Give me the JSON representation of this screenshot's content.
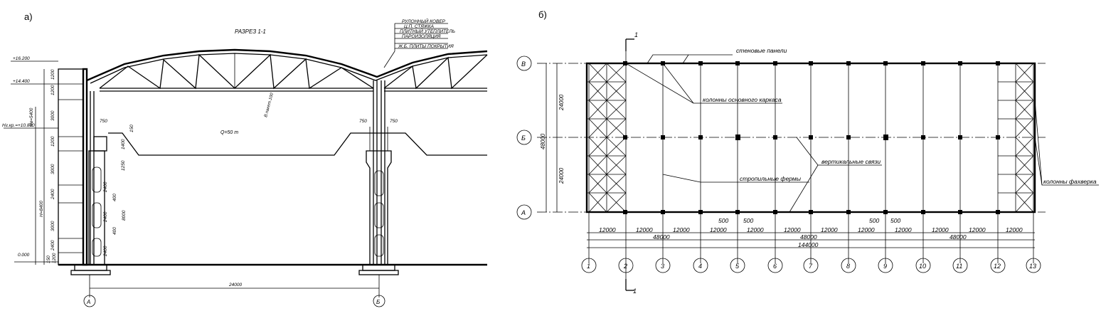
{
  "section": {
    "panel_label": "а)",
    "title": "РАЗРЕЗ 1-1",
    "roof_layers": [
      "РУЛОННЫЙ КОВЕР",
      "Ц.П. СТЯЖКА",
      "ПЛИТНЫЙ УТЕПЛИТЕЛЬ",
      "ПАРОИЗОЛЯЦИЯ",
      "Ж.Б. ПЛИТЫ ПОКРЫТИЯ"
    ],
    "elevations": [
      "+16.200",
      "+14.400",
      "Hг.кр.=+10.800",
      "0.000"
    ],
    "heights": [
      "1200",
      "1200",
      "3000",
      "1200",
      "3000",
      "2400",
      "3000",
      "2400",
      "150",
      "1200"
    ],
    "h_label": "H=8400",
    "hv_label": "Hв=5400",
    "rail_label": "В.пакет.100",
    "crane_label": "Q=50 т",
    "dims_750": [
      "750",
      "750",
      "750"
    ],
    "dims_misc": [
      "150",
      "1400",
      "1250"
    ],
    "col_dims": [
      "2400",
      "400",
      "2400",
      "400",
      "2400",
      "8000"
    ],
    "span_dim": "24000",
    "axes": [
      "А",
      "Б"
    ]
  },
  "plan": {
    "panel_label": "б)",
    "section_mark": "1",
    "labels": {
      "wall_panels": "стеновые панели",
      "main_columns": "колонны основного каркаса",
      "vertical_bracing": "вертикальные связи",
      "trusses": "стропильные фермы",
      "frame_columns": "колонны фахверка"
    },
    "row_axes": [
      "В",
      "Б",
      "А"
    ],
    "vertical_dims": [
      "24000",
      "48000",
      "24000"
    ],
    "bay_dims": [
      "12000",
      "12000",
      "12000",
      "12000",
      "12000",
      "12000",
      "12000",
      "12000",
      "12000",
      "12000",
      "12000",
      "12000"
    ],
    "group_dims": [
      "48000",
      "48000",
      "48000"
    ],
    "total_dim": "144000",
    "offset_dims": [
      "500",
      "500",
      "500",
      "500"
    ],
    "col_axes": [
      "1",
      "2",
      "3",
      "4",
      "5",
      "6",
      "7",
      "8",
      "9",
      "10",
      "11",
      "12",
      "13"
    ]
  }
}
